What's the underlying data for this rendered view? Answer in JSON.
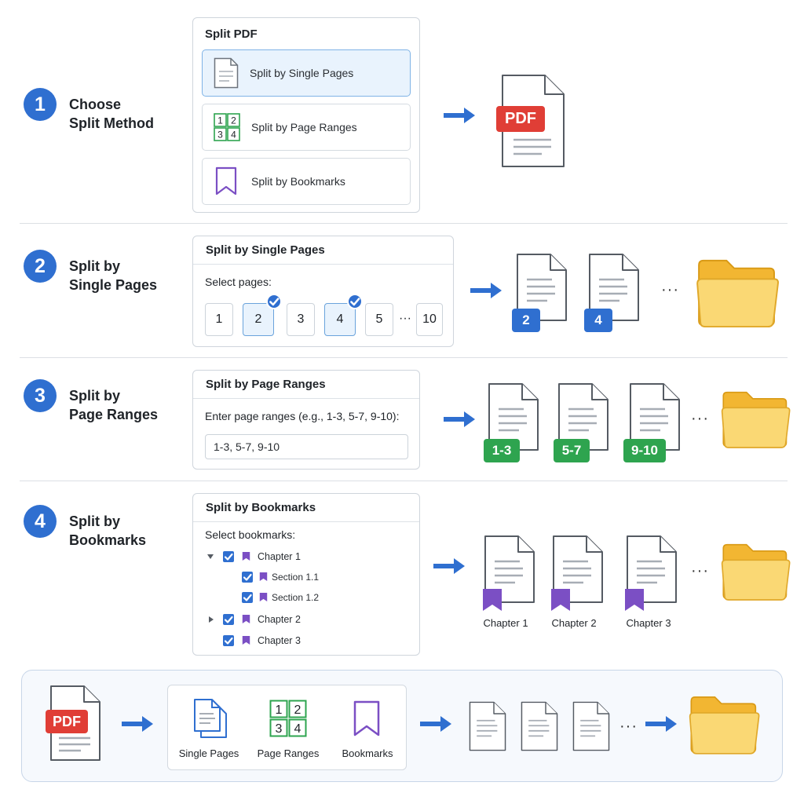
{
  "steps": [
    {
      "number": "1",
      "title_line1": "Choose",
      "title_line2": "Split Method"
    },
    {
      "number": "2",
      "title_line1": "Split by",
      "title_line2": "Single Pages"
    },
    {
      "number": "3",
      "title_line1": "Split by",
      "title_line2": "Page Ranges"
    },
    {
      "number": "4",
      "title_line1": "Split by",
      "title_line2": "Bookmarks"
    }
  ],
  "method_panel": {
    "title": "Split PDF",
    "options": [
      {
        "label": "Split by Single Pages",
        "selected": true,
        "icon": "page-icon"
      },
      {
        "label": "Split by Page Ranges",
        "selected": false,
        "icon": "page-grid-icon"
      },
      {
        "label": "Split by Bookmarks",
        "selected": false,
        "icon": "bookmark-icon"
      }
    ],
    "grid_digits": [
      "1",
      "2",
      "3",
      "4"
    ],
    "pdf_badge": "PDF"
  },
  "single_pages_panel": {
    "title": "Split by Single Pages",
    "prompt": "Select pages:",
    "pages": [
      {
        "label": "1",
        "selected": false
      },
      {
        "label": "2",
        "selected": true
      },
      {
        "label": "3",
        "selected": false
      },
      {
        "label": "4",
        "selected": true
      },
      {
        "label": "5",
        "selected": false
      }
    ],
    "ellipsis": "···",
    "last_page": "10",
    "outputs": [
      "2",
      "4"
    ],
    "more": "···"
  },
  "ranges_panel": {
    "title": "Split by Page Ranges",
    "prompt": "Enter page ranges (e.g., 1-3, 5-7, 9-10):",
    "input_value": "1-3, 5-7, 9-10",
    "outputs": [
      "1-3",
      "5-7",
      "9-10"
    ],
    "more": "···"
  },
  "bookmarks_panel": {
    "title": "Split by Bookmarks",
    "prompt": "Select bookmarks:",
    "items": [
      {
        "label": "Chapter 1",
        "level": 0,
        "expander": "expanded"
      },
      {
        "label": "Section 1.1",
        "level": 1,
        "expander": "none"
      },
      {
        "label": "Section 1.2",
        "level": 1,
        "expander": "none"
      },
      {
        "label": "Chapter 2",
        "level": 0,
        "expander": "collapsed"
      },
      {
        "label": "Chapter 3",
        "level": 0,
        "expander": "none"
      }
    ],
    "outputs": [
      "Chapter 1",
      "Chapter 2",
      "Chapter 3"
    ],
    "more": "···"
  },
  "summary": {
    "pdf_badge": "PDF",
    "methods": [
      "Single Pages",
      "Page Ranges",
      "Bookmarks"
    ],
    "grid_digits": [
      "1",
      "2",
      "3",
      "4"
    ],
    "more": "···"
  },
  "colors": {
    "accent_blue": "#2f6fd0",
    "green": "#2ea44f",
    "purple": "#7b4fc4",
    "pdf_red": "#e03e36",
    "folder": "#f6c94a"
  }
}
